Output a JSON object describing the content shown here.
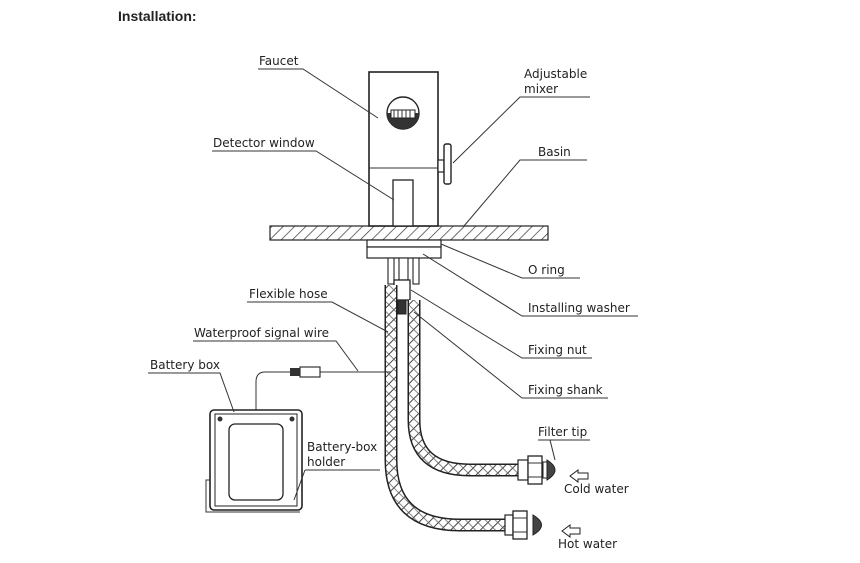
{
  "title": "Installation:",
  "labels": {
    "faucet": "Faucet",
    "adjustable_mixer_1": "Adjustable",
    "adjustable_mixer_2": "mixer",
    "detector_window": "Detector window",
    "basin": "Basin",
    "o_ring": "O ring",
    "flexible_hose": "Flexible hose",
    "installing_washer": "Installing washer",
    "waterproof_signal_wire": "Waterproof signal wire",
    "fixing_nut": "Fixing nut",
    "battery_box": "Battery box",
    "fixing_shank": "Fixing shank",
    "filter_tip": "Filter tip",
    "battery_box_holder_1": "Battery-box",
    "battery_box_holder_2": "holder",
    "cold_water": "Cold water",
    "hot_water": "Hot water"
  }
}
